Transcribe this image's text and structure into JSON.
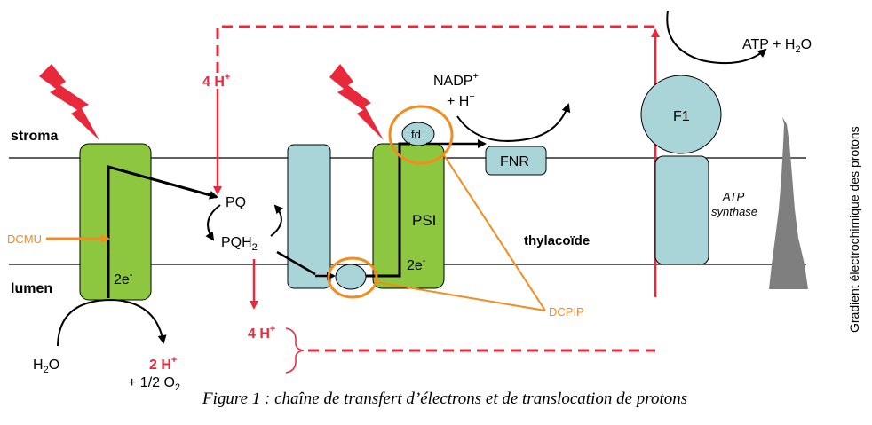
{
  "labels": {
    "stroma": "stroma",
    "lumen": "lumen",
    "thylakoide": "thylacoïde",
    "dcmu": "DCMU",
    "dcpip": "DCPIP",
    "pq": "PQ",
    "pqh2_main": "PQH",
    "pqh2_sub": "2",
    "psi": "PSI",
    "fd": "fd",
    "fnr": "FNR",
    "f1": "F1",
    "atp_synthase_line1": "ATP",
    "atp_synthase_line2": "synthase",
    "psii_2e": "2e",
    "psi_2e": "2e",
    "electron_sup": "-",
    "h2o_main": "H",
    "h2o_sub": "2",
    "h2o_end": "O",
    "o2_line1": "2 H",
    "o2_plus": "+",
    "o2_line2": "+ 1/2 O",
    "o2_sub": "2",
    "nadp_line1": "NADP",
    "nadp_sup": "+",
    "nadp_line2": "+ H",
    "nadp_h_sup": "+",
    "atp_h2o_main": "ATP + H",
    "atp_h2o_sub": "2",
    "atp_h2o_end": "O",
    "h_top": "4 H",
    "h_top_sup": "+",
    "h_bottom": "4 H",
    "h_bottom_sup": "+"
  },
  "side_label": "Gradient électrochimique des protons",
  "caption": "Figure 1 : chaîne de transfert d’électrons et de translocation de protons",
  "colors": {
    "psystem_green": "#8dc63f",
    "protein_blue": "#a9d4d8",
    "proton_red": "#e8283b",
    "inhibitor_orange": "#f28c1e",
    "gradient_gray": "#7f7f7f"
  }
}
